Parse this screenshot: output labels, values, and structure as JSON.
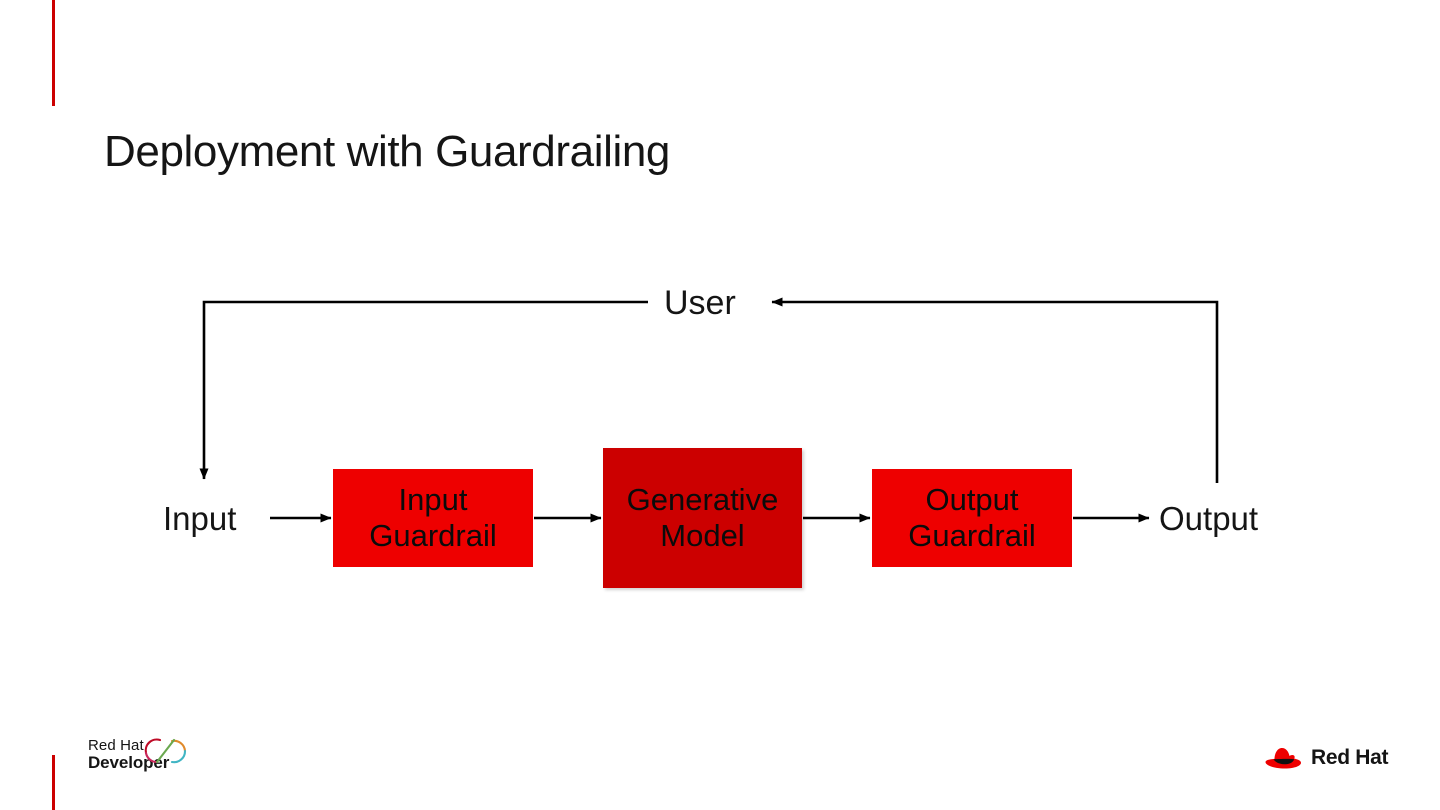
{
  "slide": {
    "title": "Deployment with Guardrailing",
    "background_color": "#ffffff",
    "accent_color": "#cc0000",
    "text_color": "#151515"
  },
  "diagram": {
    "type": "flow-diagram",
    "boxes": [
      {
        "id": "input-guardrail",
        "label": "Input\nGuardrail",
        "line1": "Input",
        "line2": "Guardrail",
        "fill": "#ee0000",
        "text_color": "#0b0b0b"
      },
      {
        "id": "generative-model",
        "label": "Generative\nModel",
        "line1": "Generative",
        "line2": "Model",
        "fill": "#cc0000",
        "text_color": "#0b0b0b"
      },
      {
        "id": "output-guardrail",
        "label": "Output\nGuardrail",
        "line1": "Output",
        "line2": "Guardrail",
        "fill": "#ee0000",
        "text_color": "#0b0b0b"
      }
    ],
    "labels": {
      "input": "Input",
      "output": "Output",
      "user": "User"
    },
    "connector_color": "#000000",
    "flow_sequence": [
      "Input",
      "Input Guardrail",
      "Generative Model",
      "Output Guardrail",
      "Output"
    ],
    "feedback_loop": "Output → User → Input"
  },
  "footer": {
    "developer_logo": {
      "line1": "Red Hat",
      "line2": "Developer",
      "mark_colors": {
        "arc_red": "#be0a26",
        "arc_magenta": "#c9265a",
        "arc_orange": "#e08a2b",
        "arc_cyan": "#40b5c4",
        "slash_green": "#6aa84f"
      }
    },
    "redhat_logo": {
      "wordmark": "Red Hat",
      "hat_color": "#ee0000",
      "band_color": "#111111"
    }
  }
}
